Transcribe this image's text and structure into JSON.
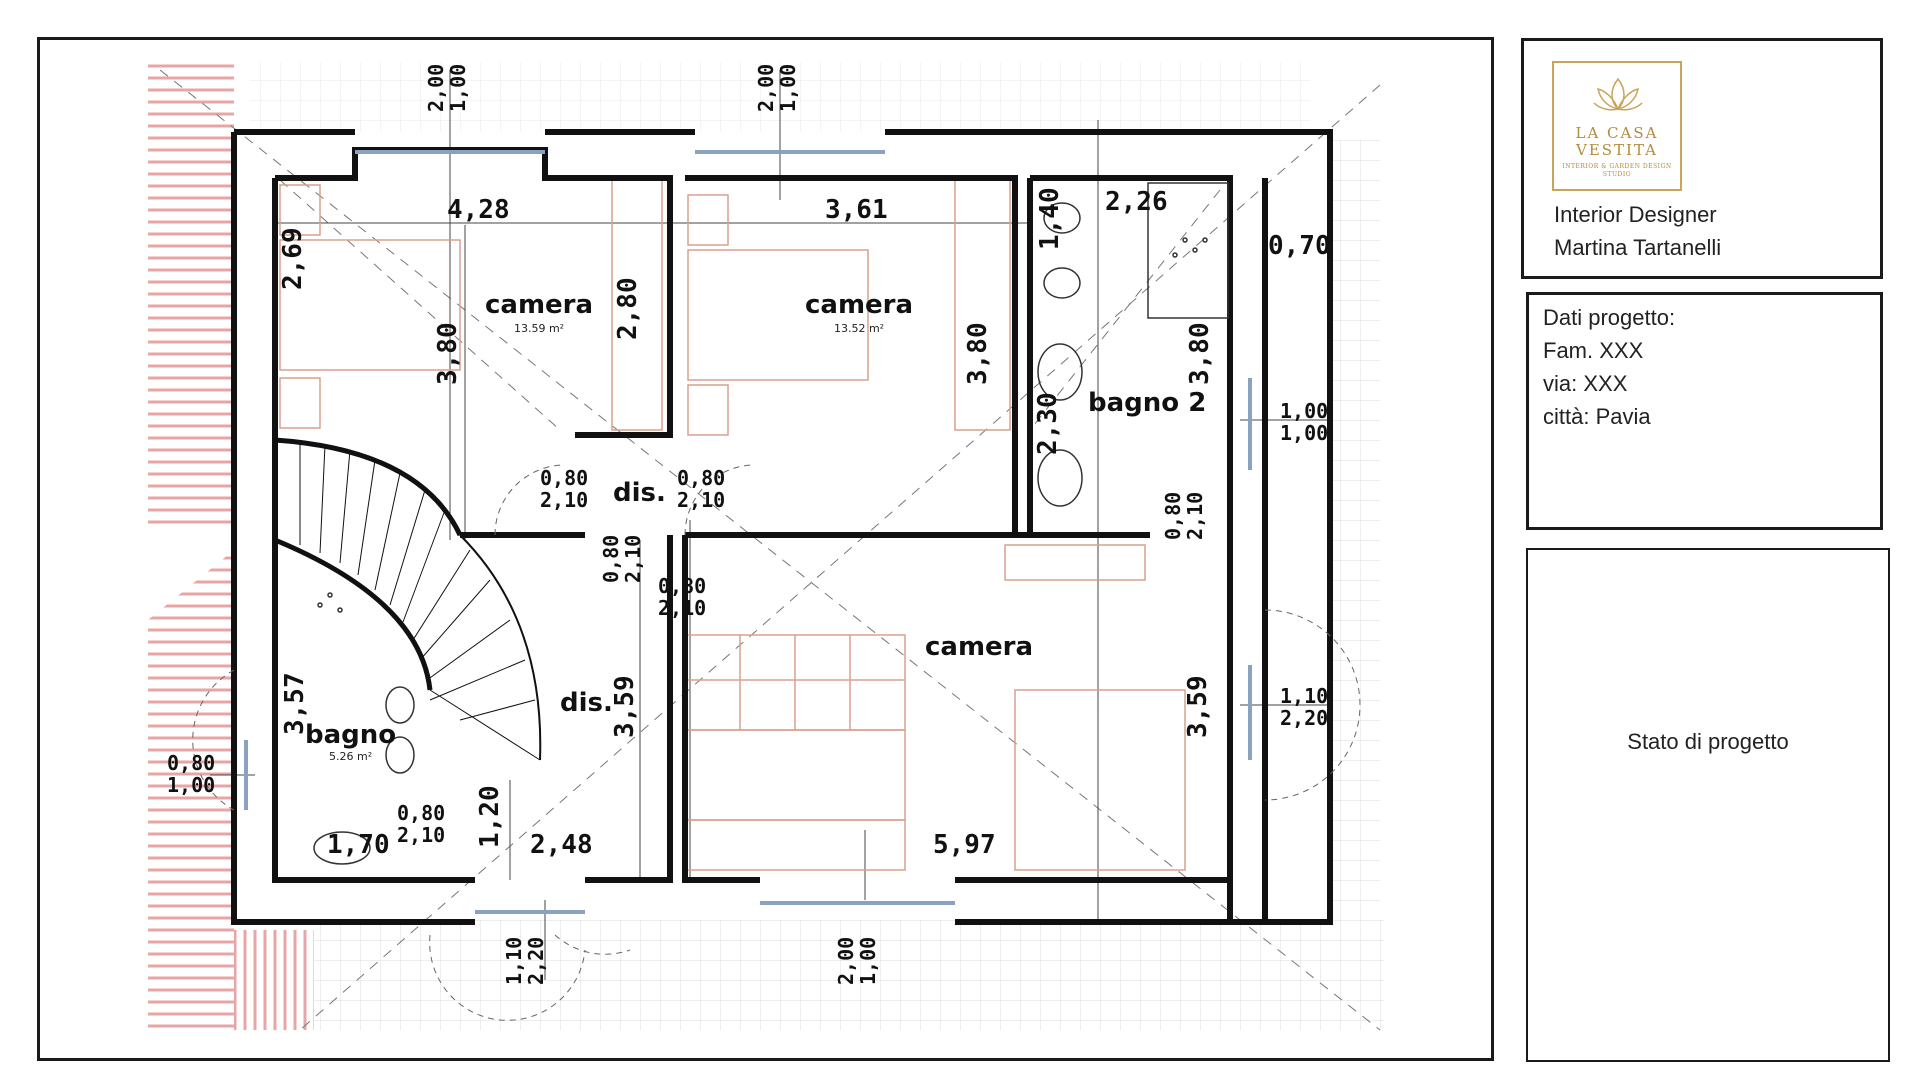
{
  "logo": {
    "brand": "LA CASA VESTITA",
    "tagline": "INTERIOR & GARDEN DESIGN STUDIO",
    "icon": "lotus-icon",
    "color": "#c9a45a"
  },
  "designer": {
    "role": "Interior Designer",
    "name": "Martina Tartanelli"
  },
  "project_data": {
    "heading": "Dati progetto:",
    "family": "Fam. XXX",
    "street": "via: XXX",
    "city": "città: Pavia"
  },
  "status": "Stato di progetto",
  "rooms": {
    "camera_nw": {
      "label": "camera",
      "area": "13.59 m²"
    },
    "camera_n": {
      "label": "camera",
      "area": "13.52 m²"
    },
    "camera_s": {
      "label": "camera"
    },
    "bagno": {
      "label": "bagno",
      "area": "5.26 m²"
    },
    "bagno2": {
      "label": "bagno 2"
    },
    "dis1": {
      "label": "dis."
    },
    "dis2": {
      "label": "dis."
    }
  },
  "dimensions": {
    "w1": "4,28",
    "w2": "3,61",
    "w3": "2,26",
    "w4": "0,70",
    "h1": "2,69",
    "h2": "3,80",
    "h3": "2,80",
    "h4": "3,80",
    "h5": "1,40",
    "h6": "3,80",
    "h7": "2,30",
    "h8": "3,57",
    "h9": "3,59",
    "h10": "3,59",
    "w5": "1,70",
    "w6": "2,48",
    "w7": "5,97",
    "v12": "1,20"
  },
  "openings": {
    "top_left": [
      "2,00",
      "1,00"
    ],
    "top_mid": [
      "2,00",
      "1,00"
    ],
    "right_upper": [
      "1,00",
      "1,00"
    ],
    "right_lower": [
      "1,10",
      "2,20"
    ],
    "left_window": [
      "0,80",
      "1,00"
    ],
    "bottom_left": [
      "1,10",
      "2,20"
    ],
    "bottom_mid": [
      "2,00",
      "1,00"
    ],
    "door_a": [
      "0,80",
      "2,10"
    ],
    "door_b": [
      "0,80",
      "2,10"
    ],
    "door_c": [
      "0,80",
      "2,10"
    ],
    "door_d": [
      "0,80",
      "2,10"
    ],
    "door_e": [
      "0,80",
      "2,10"
    ],
    "door_f": [
      "0,80",
      "2,10"
    ]
  },
  "colors": {
    "wall": "#111111",
    "furniture": "#d9a08f",
    "guide": "#555555",
    "terrace_hatch": "#e8a5a5",
    "grid": "#cfcfcf"
  }
}
